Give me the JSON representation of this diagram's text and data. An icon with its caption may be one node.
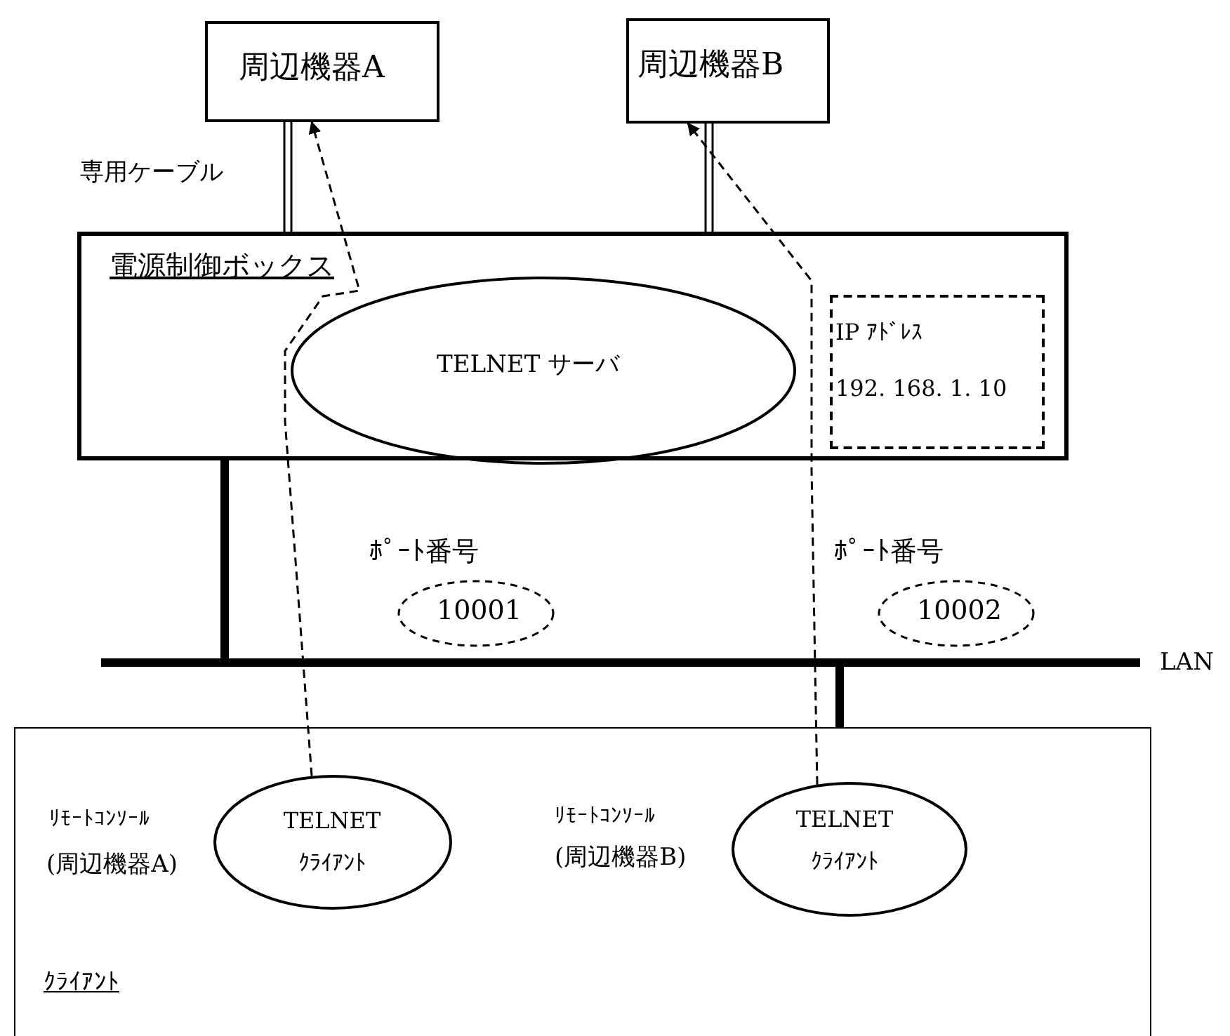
{
  "diagram": {
    "nodes": [
      {
        "text": [
          "周辺機器A"
        ]
      },
      {
        "text": [
          "周辺機器B"
        ]
      },
      {
        "text": [
          "電源制御ボックス"
        ]
      },
      {
        "text": [
          "TELNET サーバ"
        ],
        "in": 2
      },
      {
        "text": [
          "IP ｱﾄﾞﾚｽ",
          "192. 168. 1. 10"
        ],
        "in": 2
      },
      {
        "text": [],
        "shape": "bar",
        "beside": [
          "LAN"
        ]
      },
      {
        "text": [
          "10001"
        ],
        "beside": [
          "ﾎﾟｰﾄ番号"
        ]
      },
      {
        "text": [
          "10002"
        ],
        "beside": [
          "ﾎﾟｰﾄ番号"
        ]
      },
      {
        "text": [
          "ｸﾗｲｱﾝﾄ"
        ]
      },
      {
        "text": [
          "TELNET ｸﾗｲｱﾝﾄ"
        ],
        "in": 8,
        "beside": [
          "ﾘﾓｰﾄｺﾝｿｰﾙ",
          "(周辺機器A)"
        ]
      },
      {
        "text": [
          "TELNET ｸﾗｲｱﾝﾄ"
        ],
        "in": 8,
        "beside": [
          "ﾘﾓｰﾄｺﾝｿｰﾙ",
          "(周辺機器B)"
        ]
      }
    ],
    "edges": [
      {
        "from": 0,
        "to": 2,
        "arrow": "none",
        "label": "専用ケーブル"
      },
      {
        "from": 1,
        "to": 2,
        "arrow": "none"
      },
      {
        "from": 2,
        "to": 5,
        "arrow": "none",
        "style": "thick"
      },
      {
        "from": 5,
        "to": 8,
        "arrow": "none",
        "style": "thick"
      },
      {
        "from": 9,
        "to": 0,
        "arrow": "to",
        "style": "dashed"
      },
      {
        "from": 10,
        "to": 1,
        "arrow": "to",
        "style": "dashed"
      }
    ]
  }
}
